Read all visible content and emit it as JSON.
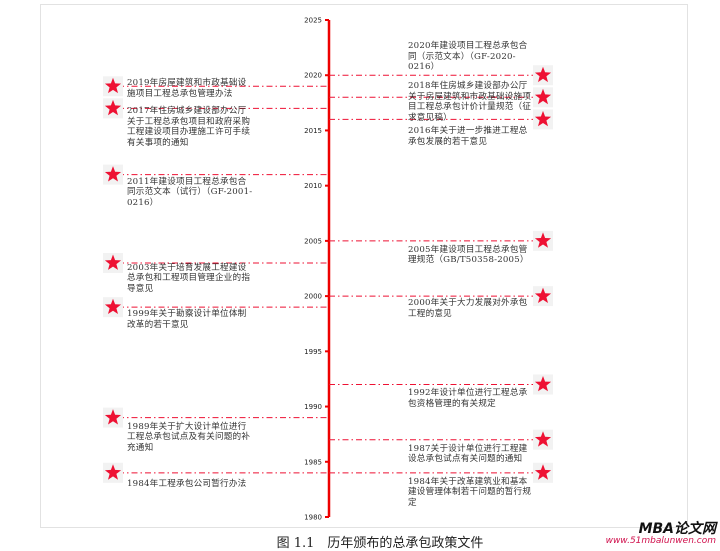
{
  "axis": {
    "min": 1980,
    "max": 2025,
    "step": 5,
    "color": "#ee0000",
    "ticks": [
      "1980",
      "1985",
      "1990",
      "1995",
      "2000",
      "2005",
      "2010",
      "2015",
      "2020",
      "2025"
    ]
  },
  "events_left": [
    {
      "year": 2019,
      "text": "2019年房屋建筑和市政基础设施项目工程总承包管理办法"
    },
    {
      "year": 2017,
      "text": "2017年住房城乡建设部办公厅关于工程总承包项目和政府采购工程建设项目办理施工许可手续有关事项的通知"
    },
    {
      "year": 2011,
      "text": "2011年建设项目工程总承包合同示范文本（试行）（GF-2001-0216）"
    },
    {
      "year": 2003,
      "text": "2003年关于培育发展工程建设总承包和工程项目管理企业的指导意见"
    },
    {
      "year": 1999,
      "text": "1999年关于勘察设计单位体制改革的若干意见"
    },
    {
      "year": 1989,
      "text": "1989年关于扩大设计单位进行工程总承包试点及有关问题的补充通知"
    },
    {
      "year": 1984,
      "text": "1984年工程承包公司暂行办法"
    }
  ],
  "events_right": [
    {
      "year": 2020,
      "text": "2020年建设项目工程总承包合同（示范文本）（GF-2020-0216）"
    },
    {
      "year": 2018,
      "text": "2018年住房城乡建设部办公厅关于房屋建筑和市政基础设施项目工程总承包计价计量规范（征求意见稿）"
    },
    {
      "year": 2016,
      "text": "2016年关于进一步推进工程总承包发展的若干意见"
    },
    {
      "year": 2005,
      "text": "2005年建设项目工程总承包管理规范（GB/T50358-2005）"
    },
    {
      "year": 2000,
      "text": "2000年关于大力发展对外承包工程的意见"
    },
    {
      "year": 1992,
      "text": "1992年设计单位进行工程总承包资格管理的有关规定"
    },
    {
      "year": 1987,
      "text": "1987关于设计单位进行工程建设总承包试点有关问题的通知"
    },
    {
      "year": 1984,
      "text": "1984年关于改革建筑业和基本建设管理体制若干问题的暂行规定"
    }
  ],
  "marker_color": "#ee1133",
  "caption": "图 1.1　历年颁布的总承包政策文件",
  "watermark": {
    "logo": "MBA论文网",
    "url": "www.51mbalunwen.com"
  }
}
